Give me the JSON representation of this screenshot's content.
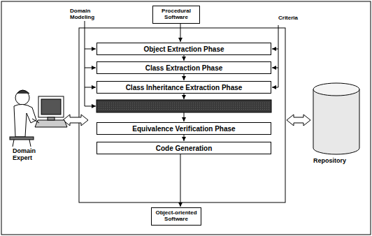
{
  "diagram": {
    "nodes": [
      {
        "text": [
          "Procedural Software"
        ]
      },
      {
        "text": [
          "Object Extraction Phase"
        ]
      },
      {
        "text": [
          "Class Extraction Phase"
        ]
      },
      {
        "text": [
          "Class Inheritance Extraction Phase"
        ]
      },
      {
        "text": [
          "Equivalence Verification Phase"
        ]
      },
      {
        "text": [
          "Code Generation"
        ]
      },
      {
        "text": [
          "Object-oriented Software"
        ]
      }
    ],
    "edges": [
      {
        "from": 0,
        "to": 1,
        "arrow": "to"
      },
      {
        "from": 1,
        "to": 2,
        "arrow": "to"
      },
      {
        "from": 2,
        "to": 3,
        "arrow": "to"
      },
      {
        "from": 4,
        "to": 5,
        "arrow": "to"
      },
      {
        "from": 5,
        "to": 6,
        "arrow": "to"
      }
    ],
    "labels": [
      "Domain Modeling",
      "Criteria",
      "Domain Expert",
      "Repository"
    ]
  }
}
